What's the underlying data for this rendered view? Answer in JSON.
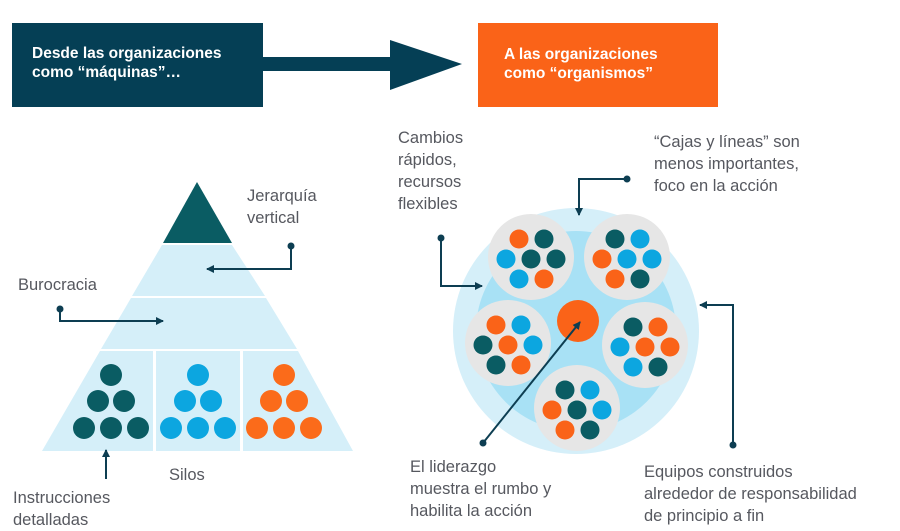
{
  "header": {
    "from_box": {
      "line1": "Desde las organizaciones",
      "line2": "como “máquinas”…"
    },
    "to_box": {
      "line1": "A las organizaciones",
      "line2": "como “organismos”"
    }
  },
  "machine_side": {
    "labels": {
      "hierarchy": {
        "line1": "Jerarquía",
        "line2": "vertical"
      },
      "bureaucracy": "Burocracia",
      "silos": "Silos",
      "instructions": {
        "line1": "Instrucciones",
        "line2": "detalladas"
      }
    },
    "silo_groups": [
      {
        "color": "#0a5c63",
        "count": 6
      },
      {
        "color": "#0ca6e0",
        "count": 6
      },
      {
        "color": "#fb6b1a",
        "count": 6
      }
    ]
  },
  "organism_side": {
    "labels": {
      "changes": {
        "line1": "Cambios",
        "line2": "rápidos,",
        "line3": "recursos",
        "line4": "flexibles"
      },
      "boxes_lines": {
        "line1": "“Cajas y líneas” son",
        "line2": "menos importantes,",
        "line3": "foco en la acción"
      },
      "leadership": {
        "line1": "El liderazgo",
        "line2": "muestra el rumbo y",
        "line3": "habilita la acción"
      },
      "teams": {
        "line1": "Equipos construidos",
        "line2": "alrededor de responsabilidad",
        "line3": "de principio a fin"
      }
    },
    "teams": [
      {
        "members": [
          "orange",
          "teal",
          "blue",
          "teal",
          "teal",
          "blue",
          "orange"
        ]
      },
      {
        "members": [
          "teal",
          "blue",
          "orange",
          "blue",
          "blue",
          "orange",
          "teal"
        ]
      },
      {
        "members": [
          "orange",
          "blue",
          "teal",
          "orange",
          "blue",
          "teal",
          "orange"
        ]
      },
      {
        "members": [
          "teal",
          "orange",
          "blue",
          "orange",
          "orange",
          "blue",
          "teal"
        ]
      },
      {
        "members": [
          "teal",
          "blue",
          "orange",
          "teal",
          "blue",
          "orange",
          "teal"
        ]
      }
    ]
  },
  "colors": {
    "navy": "#053f55",
    "orange": "#fa6318",
    "teal": "#0a5c63",
    "blue": "#0ca6e0",
    "light_blue": "#d5eff9",
    "text_gray": "#56585f"
  }
}
